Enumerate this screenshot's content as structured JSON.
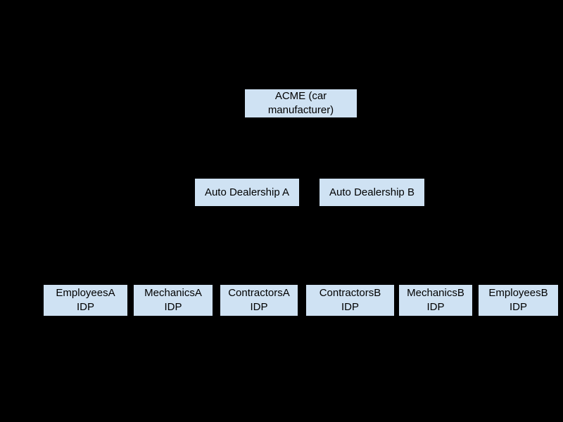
{
  "diagram": {
    "type": "hierarchy",
    "background_color": "#000000",
    "node_fill_color": "#cfe2f3",
    "node_text_color": "#000000",
    "nodes": [
      {
        "id": "acme",
        "row": 1,
        "label": "ACME (car\nmanufacturer)"
      },
      {
        "id": "dealership-a",
        "row": 2,
        "label": "Auto Dealership A"
      },
      {
        "id": "dealership-b",
        "row": 2,
        "label": "Auto Dealership B"
      },
      {
        "id": "employees-a",
        "row": 3,
        "label": "EmployeesA\nIDP"
      },
      {
        "id": "mechanics-a",
        "row": 3,
        "label": "MechanicsA\nIDP"
      },
      {
        "id": "contractors-a",
        "row": 3,
        "label": "ContractorsA\nIDP"
      },
      {
        "id": "contractors-b",
        "row": 3,
        "label": "ContractorsB\nIDP"
      },
      {
        "id": "mechanics-b",
        "row": 3,
        "label": "MechanicsB\nIDP"
      },
      {
        "id": "employees-b",
        "row": 3,
        "label": "EmployeesB\nIDP"
      }
    ]
  }
}
